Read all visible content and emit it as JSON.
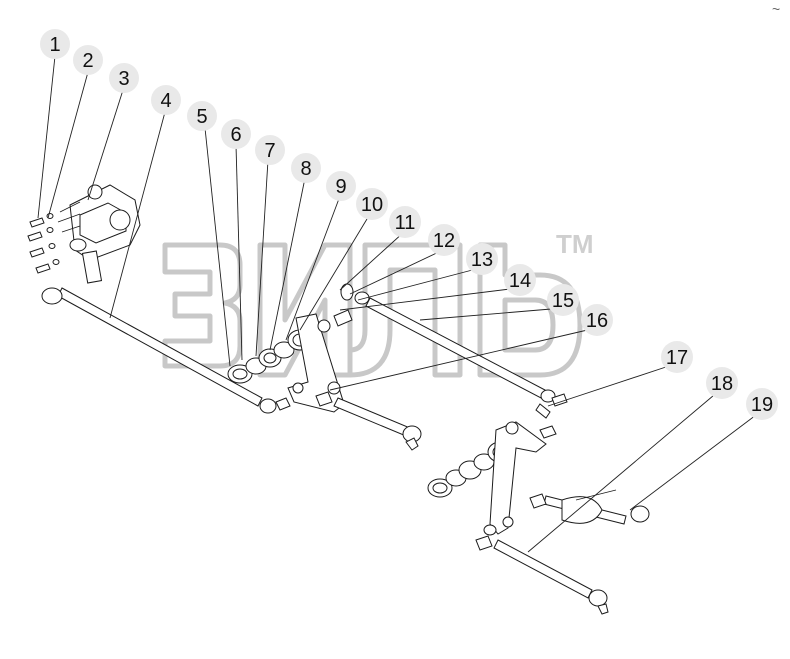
{
  "diagram": {
    "callouts": [
      {
        "label": "1"
      },
      {
        "label": "2"
      },
      {
        "label": "3"
      },
      {
        "label": "4"
      },
      {
        "label": "5"
      },
      {
        "label": "6"
      },
      {
        "label": "7"
      },
      {
        "label": "8"
      },
      {
        "label": "9"
      },
      {
        "label": "10"
      },
      {
        "label": "11"
      },
      {
        "label": "12"
      },
      {
        "label": "13"
      },
      {
        "label": "14"
      },
      {
        "label": "15"
      },
      {
        "label": "16"
      },
      {
        "label": "17"
      },
      {
        "label": "18"
      },
      {
        "label": "19"
      }
    ],
    "watermark": {
      "text": "зил",
      "tm": "TM"
    },
    "corner_mark": "~"
  }
}
